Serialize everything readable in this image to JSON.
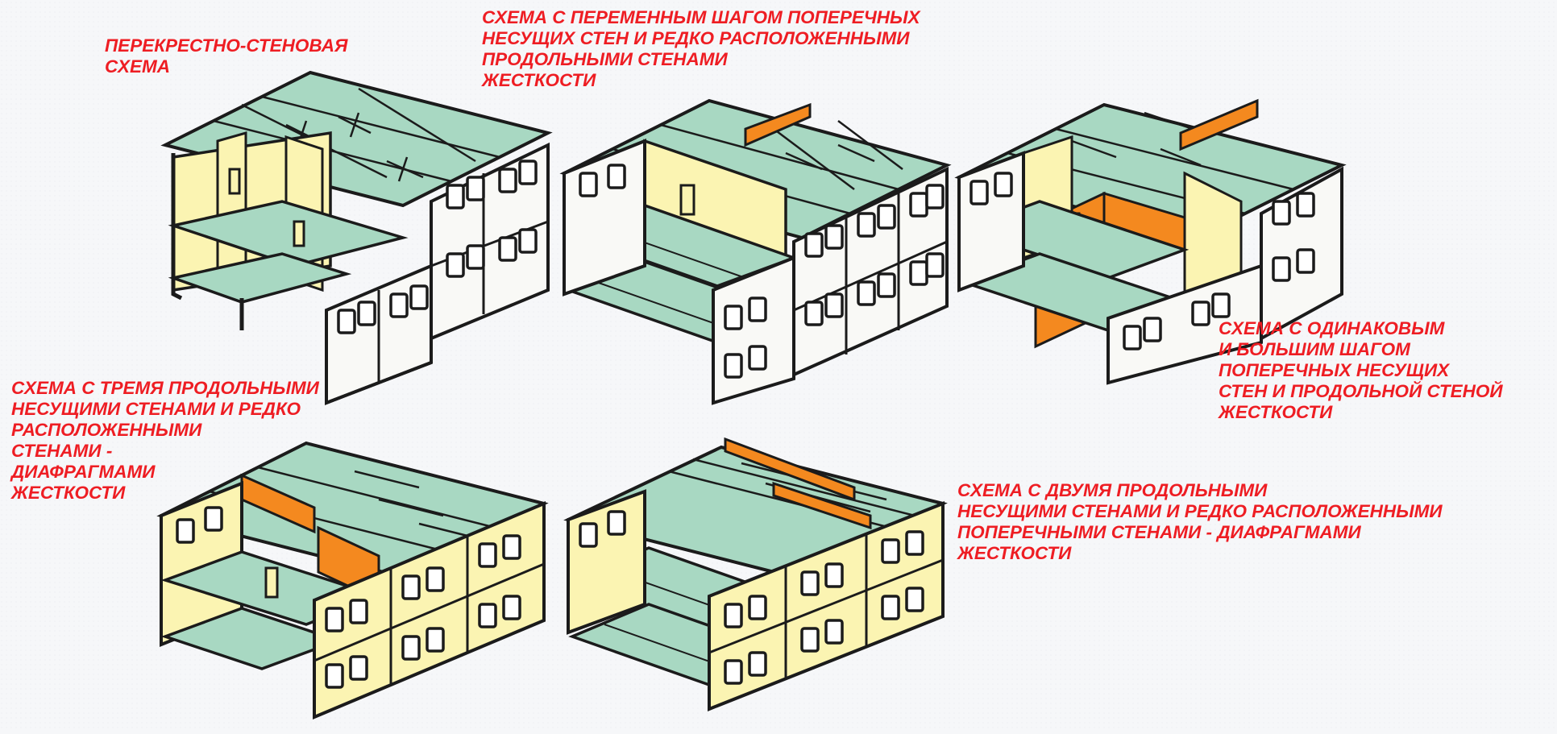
{
  "colors": {
    "slab": "#a8d8c2",
    "wall": "#fbf4b2",
    "stiffness_wall": "#f4891f",
    "facade": "#f9f9f6",
    "outline": "#1b1b1b",
    "caption": "#ee1d23"
  },
  "schemes": [
    {
      "lines": [
        "ПЕРЕКРЕСТНО-СТЕНОВАЯ",
        "СХЕМА"
      ]
    },
    {
      "lines": [
        "СХЕМА С ПЕРЕМЕННЫМ ШАГОМ ПОПЕРЕЧНЫХ",
        "НЕСУЩИХ СТЕН И РЕДКО РАСПОЛОЖЕННЫМИ",
        "ПРОДОЛЬНЫМИ СТЕНАМИ",
        "ЖЕСТКОСТИ"
      ]
    },
    {
      "lines": [
        "СХЕМА С ОДИНАКОВЫМ",
        "И БОЛЬШИМ ШАГОМ",
        "ПОПЕРЕЧНЫХ НЕСУЩИХ",
        "СТЕН И ПРОДОЛЬНОЙ СТЕНОЙ",
        "ЖЕСТКОСТИ"
      ]
    },
    {
      "lines": [
        "СХЕМА С ТРЕМЯ ПРОДОЛЬНЫМИ",
        "НЕСУЩИМИ СТЕНАМИ И РЕДКО",
        "РАСПОЛОЖЕННЫМИ",
        "СТЕНАМИ -",
        "ДИАФРАГМАМИ",
        "ЖЕСТКОСТИ"
      ]
    },
    {
      "lines": [
        "СХЕМА С ДВУМЯ ПРОДОЛЬНЫМИ",
        "НЕСУЩИМИ СТЕНАМИ И РЕДКО РАСПОЛОЖЕННЫМИ",
        "ПОПЕРЕЧНЫМИ СТЕНАМИ - ДИАФРАГМАМИ",
        "ЖЕСТКОСТИ"
      ]
    }
  ]
}
